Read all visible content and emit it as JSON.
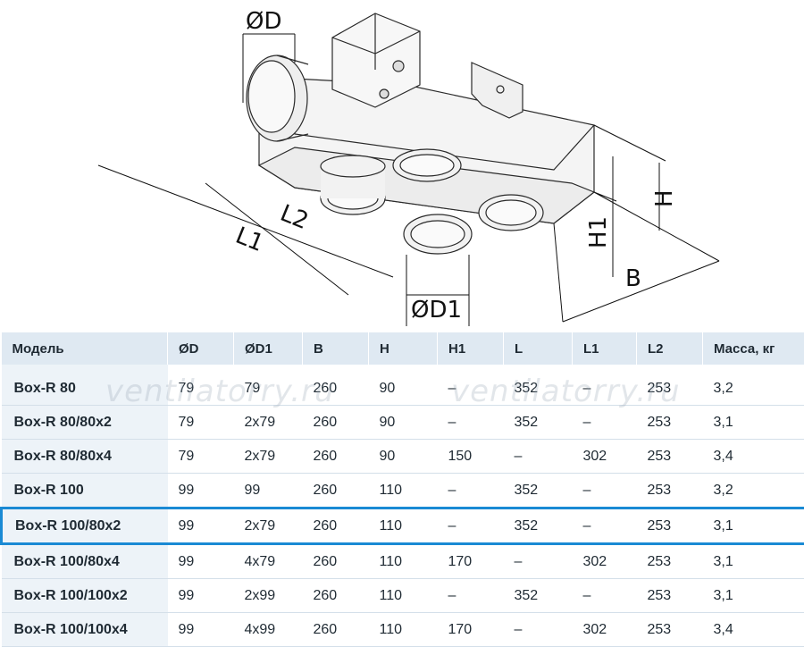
{
  "drawing": {
    "labels": {
      "d": "ØD",
      "d1": "ØD1",
      "l1": "L1",
      "l2": "L2",
      "h": "H",
      "h1": "H1",
      "b": "B"
    }
  },
  "table": {
    "headers": [
      "Модель",
      "ØD",
      "ØD1",
      "B",
      "H",
      "H1",
      "L",
      "L1",
      "L2",
      "Масса, кг"
    ],
    "rows": [
      [
        "Box-R 80",
        "79",
        "79",
        "260",
        "90",
        "–",
        "352",
        "–",
        "253",
        "3,2"
      ],
      [
        "Box-R 80/80x2",
        "79",
        "2x79",
        "260",
        "90",
        "–",
        "352",
        "–",
        "253",
        "3,1"
      ],
      [
        "Box-R 80/80x4",
        "79",
        "2x79",
        "260",
        "90",
        "150",
        "–",
        "302",
        "253",
        "3,4"
      ],
      [
        "Box-R 100",
        "99",
        "99",
        "260",
        "110",
        "–",
        "352",
        "–",
        "253",
        "3,2"
      ],
      [
        "Box-R 100/80x2",
        "99",
        "2x79",
        "260",
        "110",
        "–",
        "352",
        "–",
        "253",
        "3,1"
      ],
      [
        "Box-R 100/80x4",
        "99",
        "4x79",
        "260",
        "110",
        "170",
        "–",
        "302",
        "253",
        "3,1"
      ],
      [
        "Box-R 100/100x2",
        "99",
        "2x99",
        "260",
        "110",
        "–",
        "352",
        "–",
        "253",
        "3,1"
      ],
      [
        "Box-R 100/100x4",
        "99",
        "4x99",
        "260",
        "110",
        "170",
        "–",
        "302",
        "253",
        "3,4"
      ]
    ],
    "highlighted_row": 4
  },
  "watermark": {
    "text": "ventilatorry.ru"
  },
  "colors": {
    "header_bg": "#dfe9f2",
    "model_col_bg": "#edf3f8",
    "highlight_border": "#1a8ad4",
    "row_line": "#d4dfe9"
  }
}
